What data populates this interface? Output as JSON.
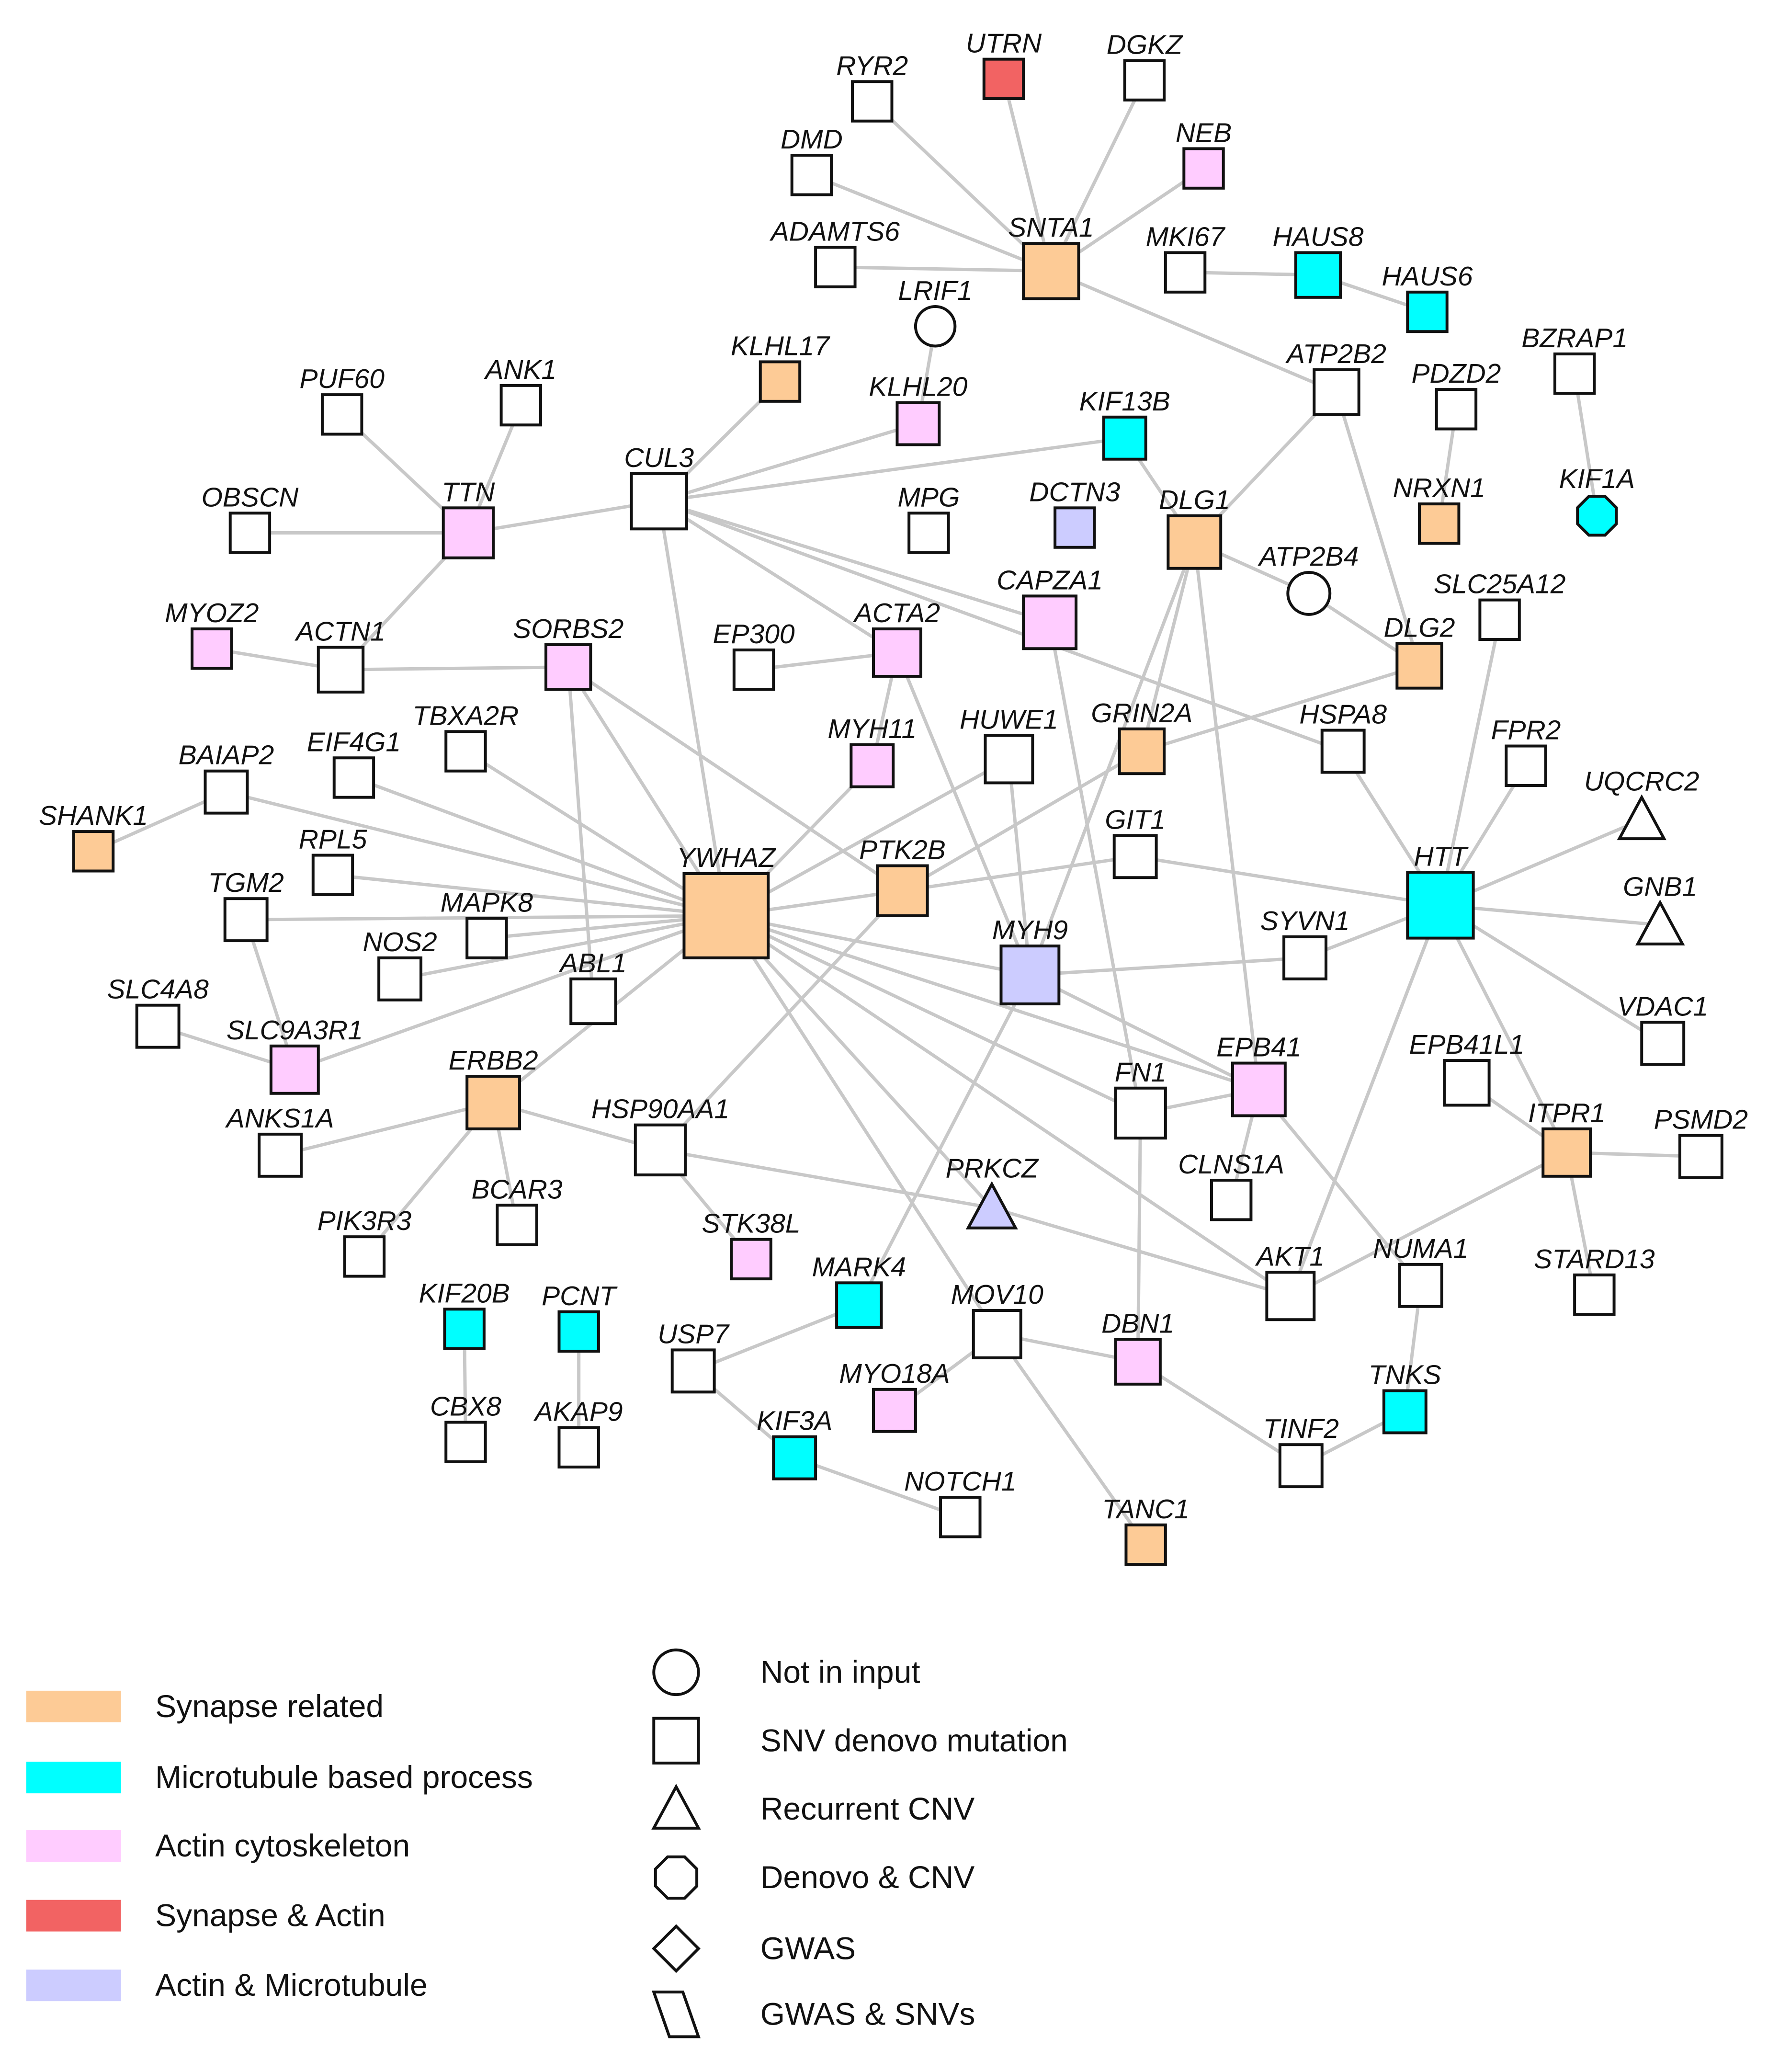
{
  "colors": {
    "synapse": "#fdcb96",
    "microtubule": "#00ffff",
    "actin": "#ffccff",
    "synapse_actin": "#f26363",
    "actin_microtubule": "#ccccff",
    "none": "#ffffff",
    "edge": "#c8c8c8",
    "stroke": "#111111"
  },
  "nodes": [
    {
      "id": "UTRN",
      "shape": "square",
      "cat": "synapse_actin"
    },
    {
      "id": "RYR2",
      "shape": "square",
      "cat": "none"
    },
    {
      "id": "DGKZ",
      "shape": "square",
      "cat": "none"
    },
    {
      "id": "DMD",
      "shape": "square",
      "cat": "none"
    },
    {
      "id": "NEB",
      "shape": "square",
      "cat": "actin"
    },
    {
      "id": "ADAMTS6",
      "shape": "square",
      "cat": "none"
    },
    {
      "id": "SNTA1",
      "shape": "square",
      "cat": "synapse"
    },
    {
      "id": "MKI67",
      "shape": "square",
      "cat": "none"
    },
    {
      "id": "HAUS8",
      "shape": "square",
      "cat": "microtubule"
    },
    {
      "id": "HAUS6",
      "shape": "square",
      "cat": "microtubule"
    },
    {
      "id": "LRIF1",
      "shape": "circle",
      "cat": "none"
    },
    {
      "id": "BZRAP1",
      "shape": "square",
      "cat": "none"
    },
    {
      "id": "ATP2B2",
      "shape": "square",
      "cat": "none"
    },
    {
      "id": "KLHL17",
      "shape": "square",
      "cat": "synapse"
    },
    {
      "id": "PDZD2",
      "shape": "square",
      "cat": "none"
    },
    {
      "id": "PUF60",
      "shape": "square",
      "cat": "none"
    },
    {
      "id": "ANK1",
      "shape": "square",
      "cat": "none"
    },
    {
      "id": "KLHL20",
      "shape": "square",
      "cat": "actin"
    },
    {
      "id": "KIF13B",
      "shape": "square",
      "cat": "microtubule"
    },
    {
      "id": "KIF1A",
      "shape": "octagon",
      "cat": "microtubule"
    },
    {
      "id": "CUL3",
      "shape": "square",
      "cat": "none"
    },
    {
      "id": "NRXN1",
      "shape": "square",
      "cat": "synapse"
    },
    {
      "id": "OBSCN",
      "shape": "square",
      "cat": "none"
    },
    {
      "id": "TTN",
      "shape": "square",
      "cat": "actin"
    },
    {
      "id": "MPG",
      "shape": "square",
      "cat": "none"
    },
    {
      "id": "DCTN3",
      "shape": "square",
      "cat": "actin_microtubule"
    },
    {
      "id": "DLG1",
      "shape": "square",
      "cat": "synapse"
    },
    {
      "id": "ATP2B4",
      "shape": "circle",
      "cat": "none"
    },
    {
      "id": "SLC25A12",
      "shape": "square",
      "cat": "none"
    },
    {
      "id": "CAPZA1",
      "shape": "square",
      "cat": "actin"
    },
    {
      "id": "MYOZ2",
      "shape": "square",
      "cat": "actin"
    },
    {
      "id": "ACTA2",
      "shape": "square",
      "cat": "actin"
    },
    {
      "id": "ACTN1",
      "shape": "square",
      "cat": "none"
    },
    {
      "id": "SORBS2",
      "shape": "square",
      "cat": "actin"
    },
    {
      "id": "EP300",
      "shape": "square",
      "cat": "none"
    },
    {
      "id": "DLG2",
      "shape": "square",
      "cat": "synapse"
    },
    {
      "id": "TBXA2R",
      "shape": "square",
      "cat": "none"
    },
    {
      "id": "EIF4G1",
      "shape": "square",
      "cat": "none"
    },
    {
      "id": "MYH11",
      "shape": "square",
      "cat": "actin"
    },
    {
      "id": "HUWE1",
      "shape": "square",
      "cat": "none"
    },
    {
      "id": "GRIN2A",
      "shape": "square",
      "cat": "synapse"
    },
    {
      "id": "HSPA8",
      "shape": "square",
      "cat": "none"
    },
    {
      "id": "FPR2",
      "shape": "square",
      "cat": "none"
    },
    {
      "id": "BAIAP2",
      "shape": "square",
      "cat": "none"
    },
    {
      "id": "UQCRC2",
      "shape": "triangle",
      "cat": "none"
    },
    {
      "id": "SHANK1",
      "shape": "square",
      "cat": "synapse"
    },
    {
      "id": "RPL5",
      "shape": "square",
      "cat": "none"
    },
    {
      "id": "GIT1",
      "shape": "square",
      "cat": "none"
    },
    {
      "id": "YWHAZ",
      "shape": "square",
      "cat": "synapse"
    },
    {
      "id": "PTK2B",
      "shape": "square",
      "cat": "synapse"
    },
    {
      "id": "HTT",
      "shape": "square",
      "cat": "microtubule"
    },
    {
      "id": "TGM2",
      "shape": "square",
      "cat": "none"
    },
    {
      "id": "GNB1",
      "shape": "triangle",
      "cat": "none"
    },
    {
      "id": "MAPK8",
      "shape": "square",
      "cat": "none"
    },
    {
      "id": "SYVN1",
      "shape": "square",
      "cat": "none"
    },
    {
      "id": "NOS2",
      "shape": "square",
      "cat": "none"
    },
    {
      "id": "MYH9",
      "shape": "square",
      "cat": "actin_microtubule"
    },
    {
      "id": "ABL1",
      "shape": "square",
      "cat": "none"
    },
    {
      "id": "SLC4A8",
      "shape": "square",
      "cat": "none"
    },
    {
      "id": "VDAC1",
      "shape": "square",
      "cat": "none"
    },
    {
      "id": "SLC9A3R1",
      "shape": "square",
      "cat": "actin"
    },
    {
      "id": "EPB41L1",
      "shape": "square",
      "cat": "none"
    },
    {
      "id": "EPB41",
      "shape": "square",
      "cat": "actin"
    },
    {
      "id": "ERBB2",
      "shape": "square",
      "cat": "synapse"
    },
    {
      "id": "FN1",
      "shape": "square",
      "cat": "none"
    },
    {
      "id": "HSP90AA1",
      "shape": "square",
      "cat": "none"
    },
    {
      "id": "ITPR1",
      "shape": "square",
      "cat": "synapse"
    },
    {
      "id": "PSMD2",
      "shape": "square",
      "cat": "none"
    },
    {
      "id": "ANKS1A",
      "shape": "square",
      "cat": "none"
    },
    {
      "id": "PRKCZ",
      "shape": "triangle",
      "cat": "actin_microtubule"
    },
    {
      "id": "CLNS1A",
      "shape": "square",
      "cat": "none"
    },
    {
      "id": "BCAR3",
      "shape": "square",
      "cat": "none"
    },
    {
      "id": "PIK3R3",
      "shape": "square",
      "cat": "none"
    },
    {
      "id": "STK38L",
      "shape": "square",
      "cat": "actin"
    },
    {
      "id": "AKT1",
      "shape": "square",
      "cat": "none"
    },
    {
      "id": "NUMA1",
      "shape": "square",
      "cat": "none"
    },
    {
      "id": "STARD13",
      "shape": "square",
      "cat": "none"
    },
    {
      "id": "KIF20B",
      "shape": "square",
      "cat": "microtubule"
    },
    {
      "id": "PCNT",
      "shape": "square",
      "cat": "microtubule"
    },
    {
      "id": "MARK4",
      "shape": "square",
      "cat": "microtubule"
    },
    {
      "id": "MOV10",
      "shape": "square",
      "cat": "none"
    },
    {
      "id": "DBN1",
      "shape": "square",
      "cat": "actin"
    },
    {
      "id": "USP7",
      "shape": "square",
      "cat": "none"
    },
    {
      "id": "TNKS",
      "shape": "square",
      "cat": "microtubule"
    },
    {
      "id": "MYO18A",
      "shape": "square",
      "cat": "actin"
    },
    {
      "id": "CBX8",
      "shape": "square",
      "cat": "none"
    },
    {
      "id": "AKAP9",
      "shape": "square",
      "cat": "none"
    },
    {
      "id": "KIF3A",
      "shape": "square",
      "cat": "microtubule"
    },
    {
      "id": "TINF2",
      "shape": "square",
      "cat": "none"
    },
    {
      "id": "NOTCH1",
      "shape": "square",
      "cat": "none"
    },
    {
      "id": "TANC1",
      "shape": "square",
      "cat": "synapse"
    }
  ],
  "edges": [
    [
      "UTRN",
      "SNTA1"
    ],
    [
      "RYR2",
      "SNTA1"
    ],
    [
      "DGKZ",
      "SNTA1"
    ],
    [
      "DMD",
      "SNTA1"
    ],
    [
      "NEB",
      "SNTA1"
    ],
    [
      "ADAMTS6",
      "SNTA1"
    ],
    [
      "SNTA1",
      "ATP2B2"
    ],
    [
      "MKI67",
      "HAUS8"
    ],
    [
      "HAUS8",
      "HAUS6"
    ],
    [
      "LRIF1",
      "KLHL20"
    ],
    [
      "BZRAP1",
      "KIF1A"
    ],
    [
      "ATP2B2",
      "DLG1"
    ],
    [
      "ATP2B2",
      "DLG2"
    ],
    [
      "PDZD2",
      "NRXN1"
    ],
    [
      "KLHL17",
      "CUL3"
    ],
    [
      "KLHL20",
      "CUL3"
    ],
    [
      "KIF13B",
      "CUL3"
    ],
    [
      "KIF13B",
      "DLG1"
    ],
    [
      "PUF60",
      "TTN"
    ],
    [
      "ANK1",
      "TTN"
    ],
    [
      "OBSCN",
      "TTN"
    ],
    [
      "TTN",
      "CUL3"
    ],
    [
      "TTN",
      "ACTN1"
    ],
    [
      "CUL3",
      "YWHAZ"
    ],
    [
      "CUL3",
      "CAPZA1"
    ],
    [
      "CUL3",
      "ACTA2"
    ],
    [
      "CUL3",
      "HSPA8"
    ],
    [
      "DLG1",
      "ATP2B4"
    ],
    [
      "ATP2B4",
      "DLG2"
    ],
    [
      "DLG1",
      "GRIN2A"
    ],
    [
      "DLG1",
      "EPB41"
    ],
    [
      "DLG1",
      "MYH9"
    ],
    [
      "SLC25A12",
      "HTT"
    ],
    [
      "CAPZA1",
      "FN1"
    ],
    [
      "MYOZ2",
      "ACTN1"
    ],
    [
      "ACTN1",
      "SORBS2"
    ],
    [
      "SORBS2",
      "YWHAZ"
    ],
    [
      "SORBS2",
      "PTK2B"
    ],
    [
      "SORBS2",
      "ABL1"
    ],
    [
      "EP300",
      "ACTA2"
    ],
    [
      "ACTA2",
      "MYH11"
    ],
    [
      "ACTA2",
      "MYH9"
    ],
    [
      "MYH11",
      "YWHAZ"
    ],
    [
      "HUWE1",
      "YWHAZ"
    ],
    [
      "HUWE1",
      "MYH9"
    ],
    [
      "GRIN2A",
      "DLG2"
    ],
    [
      "GRIN2A",
      "PTK2B"
    ],
    [
      "HSPA8",
      "HTT"
    ],
    [
      "FPR2",
      "HTT"
    ],
    [
      "UQCRC2",
      "HTT"
    ],
    [
      "GNB1",
      "HTT"
    ],
    [
      "VDAC1",
      "HTT"
    ],
    [
      "HTT",
      "GIT1"
    ],
    [
      "HTT",
      "SYVN1"
    ],
    [
      "HTT",
      "ITPR1"
    ],
    [
      "HTT",
      "AKT1"
    ],
    [
      "TBXA2R",
      "YWHAZ"
    ],
    [
      "EIF4G1",
      "YWHAZ"
    ],
    [
      "BAIAP2",
      "YWHAZ"
    ],
    [
      "BAIAP2",
      "SHANK1"
    ],
    [
      "RPL5",
      "YWHAZ"
    ],
    [
      "TGM2",
      "YWHAZ"
    ],
    [
      "TGM2",
      "SLC9A3R1"
    ],
    [
      "MAPK8",
      "YWHAZ"
    ],
    [
      "NOS2",
      "YWHAZ"
    ],
    [
      "SLC9A3R1",
      "YWHAZ"
    ],
    [
      "SLC4A8",
      "SLC9A3R1"
    ],
    [
      "YWHAZ",
      "PTK2B"
    ],
    [
      "YWHAZ",
      "MYH9"
    ],
    [
      "YWHAZ",
      "ERBB2"
    ],
    [
      "YWHAZ",
      "FN1"
    ],
    [
      "YWHAZ",
      "EPB41"
    ],
    [
      "YWHAZ",
      "AKT1"
    ],
    [
      "YWHAZ",
      "PRKCZ"
    ],
    [
      "YWHAZ",
      "MOV10"
    ],
    [
      "PTK2B",
      "GIT1"
    ],
    [
      "PTK2B",
      "HSP90AA1"
    ],
    [
      "MYH9",
      "SYVN1"
    ],
    [
      "MYH9",
      "EPB41"
    ],
    [
      "MYH9",
      "MARK4"
    ],
    [
      "FN1",
      "EPB41"
    ],
    [
      "FN1",
      "DBN1"
    ],
    [
      "EPB41",
      "CLNS1A"
    ],
    [
      "EPB41",
      "NUMA1"
    ],
    [
      "EPB41L1",
      "ITPR1"
    ],
    [
      "ITPR1",
      "PSMD2"
    ],
    [
      "ITPR1",
      "STARD13"
    ],
    [
      "ITPR1",
      "AKT1"
    ],
    [
      "ERBB2",
      "ANKS1A"
    ],
    [
      "ERBB2",
      "PIK3R3"
    ],
    [
      "ERBB2",
      "BCAR3"
    ],
    [
      "ERBB2",
      "HSP90AA1"
    ],
    [
      "HSP90AA1",
      "PRKCZ"
    ],
    [
      "HSP90AA1",
      "STK38L"
    ],
    [
      "PRKCZ",
      "AKT1"
    ],
    [
      "NUMA1",
      "TNKS"
    ],
    [
      "KIF20B",
      "CBX8"
    ],
    [
      "PCNT",
      "AKAP9"
    ],
    [
      "MARK4",
      "USP7"
    ],
    [
      "USP7",
      "KIF3A"
    ],
    [
      "MOV10",
      "MYO18A"
    ],
    [
      "MOV10",
      "DBN1"
    ],
    [
      "MOV10",
      "TANC1"
    ],
    [
      "DBN1",
      "TINF2"
    ],
    [
      "TINF2",
      "TNKS"
    ],
    [
      "KIF3A",
      "NOTCH1"
    ]
  ],
  "legend": {
    "colors": [
      {
        "label": "Synapse related",
        "cat": "synapse"
      },
      {
        "label": "Microtubule based process",
        "cat": "microtubule"
      },
      {
        "label": "Actin cytoskeleton",
        "cat": "actin"
      },
      {
        "label": "Synapse & Actin",
        "cat": "synapse_actin"
      },
      {
        "label": "Actin & Microtubule",
        "cat": "actin_microtubule"
      }
    ],
    "shapes": [
      {
        "label": "Not in input",
        "shape": "circle"
      },
      {
        "label": "SNV denovo mutation",
        "shape": "square"
      },
      {
        "label": "Recurrent CNV",
        "shape": "triangle"
      },
      {
        "label": "Denovo & CNV",
        "shape": "octagon"
      },
      {
        "label": "GWAS",
        "shape": "diamond"
      },
      {
        "label": "GWAS & SNVs",
        "shape": "parallelogram"
      }
    ]
  }
}
